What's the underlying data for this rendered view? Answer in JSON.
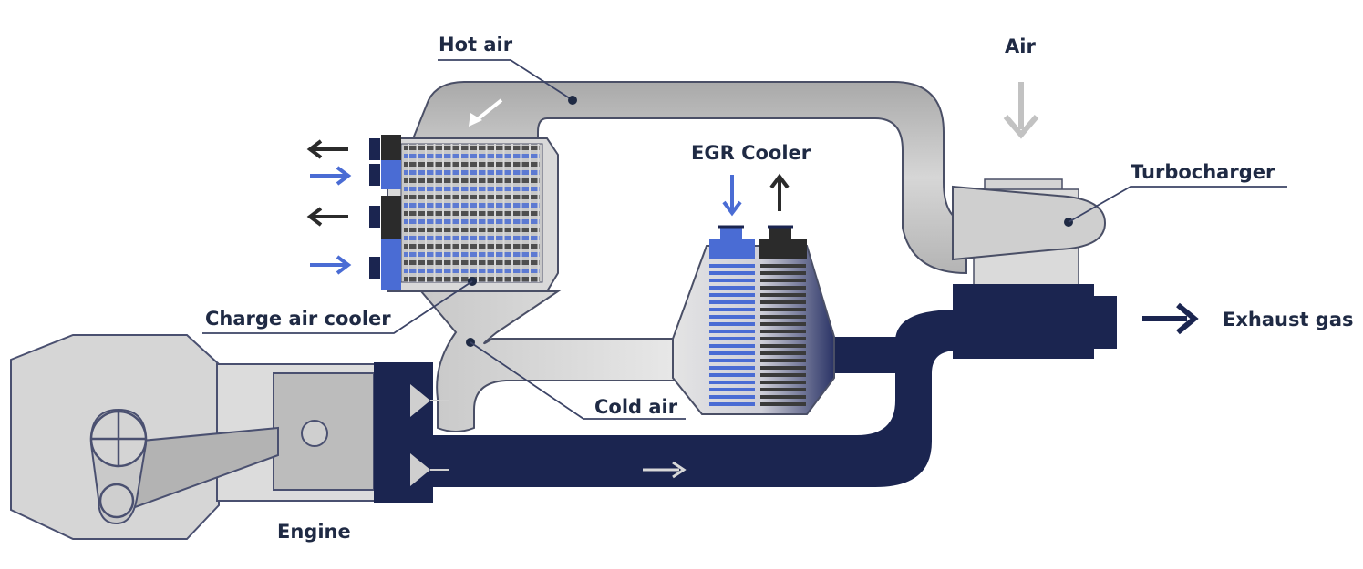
{
  "labels": {
    "hot_air": "Hot air",
    "air": "Air",
    "egr_cooler": "EGR Cooler",
    "turbocharger": "Turbocharger",
    "charge_air_cooler": "Charge air cooler",
    "exhaust_gas": "Exhaust gas",
    "cold_air": "Cold air",
    "engine": "Engine"
  },
  "colors": {
    "navy": "#1b2550",
    "blue": "#4a6cd4",
    "light_gray": "#e2e2e2",
    "mid_gray": "#bdbdbd",
    "dark_gray": "#8a8a8a",
    "outline": "#3c4466",
    "fin_dark": "#3a3a3a"
  },
  "icons": {
    "coolant_out": "left-arrow-icon",
    "coolant_in": "right-arrow-icon",
    "air_in": "down-arrow-icon",
    "exhaust_out": "right-arrow-icon"
  }
}
